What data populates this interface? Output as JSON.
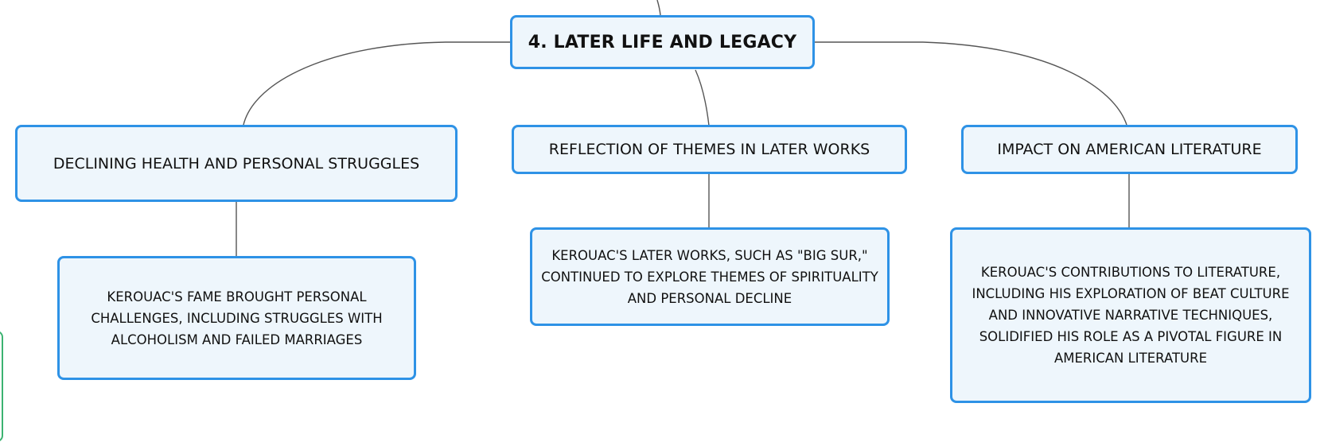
{
  "root": {
    "label": "4. LATER LIFE AND LEGACY"
  },
  "topics": [
    {
      "label": "DECLINING HEALTH AND PERSONAL STRUGGLES",
      "detail": [
        "KEROUAC'S FAME BROUGHT PERSONAL",
        "CHALLENGES, INCLUDING STRUGGLES WITH",
        "ALCOHOLISM AND FAILED MARRIAGES"
      ]
    },
    {
      "label": "REFLECTION OF THEMES IN LATER WORKS",
      "detail": [
        "KEROUAC'S LATER WORKS, SUCH AS \"BIG SUR,\"",
        "CONTINUED TO EXPLORE THEMES OF SPIRITUALITY",
        "AND PERSONAL DECLINE"
      ]
    },
    {
      "label": "IMPACT ON AMERICAN LITERATURE",
      "detail": [
        "KEROUAC'S CONTRIBUTIONS TO LITERATURE,",
        "INCLUDING HIS EXPLORATION OF BEAT CULTURE",
        "AND INNOVATIVE NARRATIVE TECHNIQUES,",
        "SOLIDIFIED HIS ROLE AS A PIVOTAL FIGURE IN",
        "AMERICAN LITERATURE"
      ]
    }
  ],
  "colors": {
    "border": "#2e92e6",
    "fill": "#eef6fc",
    "connector": "#555555",
    "side_frame": "#3cb371"
  }
}
